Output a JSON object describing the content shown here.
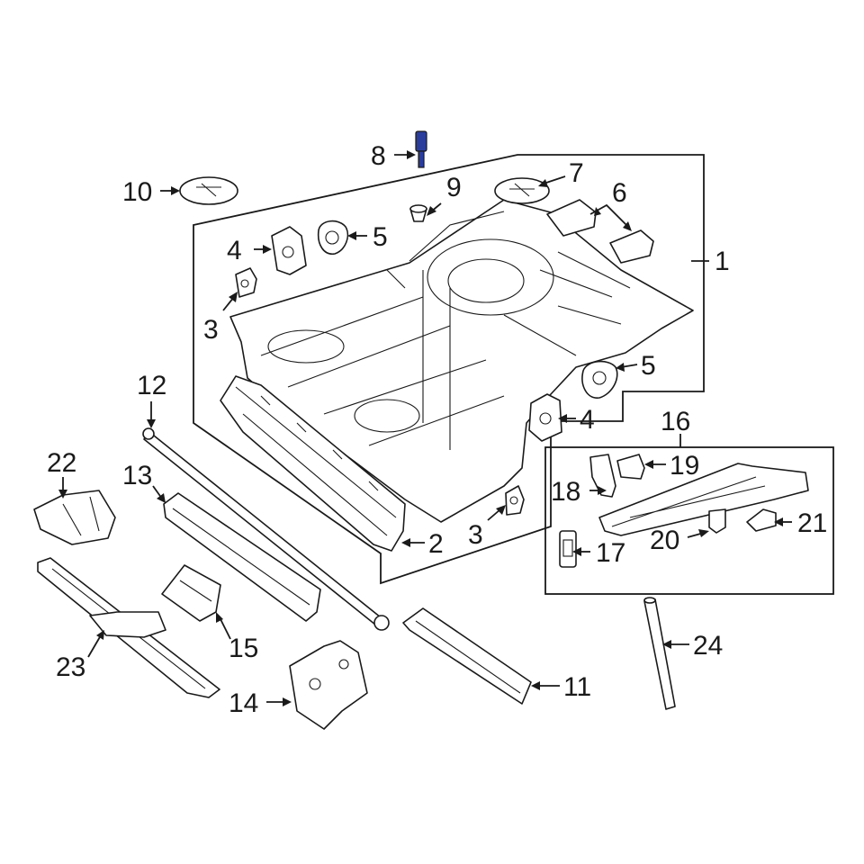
{
  "highlight_color": "#2b3d9c",
  "callouts": [
    {
      "id": "c1",
      "text": "1"
    },
    {
      "id": "c2",
      "text": "2"
    },
    {
      "id": "c3a",
      "text": "3"
    },
    {
      "id": "c3b",
      "text": "3"
    },
    {
      "id": "c4a",
      "text": "4"
    },
    {
      "id": "c4b",
      "text": "4"
    },
    {
      "id": "c5a",
      "text": "5"
    },
    {
      "id": "c5b",
      "text": "5"
    },
    {
      "id": "c6",
      "text": "6"
    },
    {
      "id": "c7",
      "text": "7"
    },
    {
      "id": "c8",
      "text": "8"
    },
    {
      "id": "c9",
      "text": "9"
    },
    {
      "id": "c10",
      "text": "10"
    },
    {
      "id": "c11",
      "text": "11"
    },
    {
      "id": "c12",
      "text": "12"
    },
    {
      "id": "c13",
      "text": "13"
    },
    {
      "id": "c14",
      "text": "14"
    },
    {
      "id": "c15",
      "text": "15"
    },
    {
      "id": "c16",
      "text": "16"
    },
    {
      "id": "c17",
      "text": "17"
    },
    {
      "id": "c18",
      "text": "18"
    },
    {
      "id": "c19",
      "text": "19"
    },
    {
      "id": "c20",
      "text": "20"
    },
    {
      "id": "c21",
      "text": "21"
    },
    {
      "id": "c22",
      "text": "22"
    },
    {
      "id": "c23",
      "text": "23"
    },
    {
      "id": "c24",
      "text": "24"
    }
  ]
}
